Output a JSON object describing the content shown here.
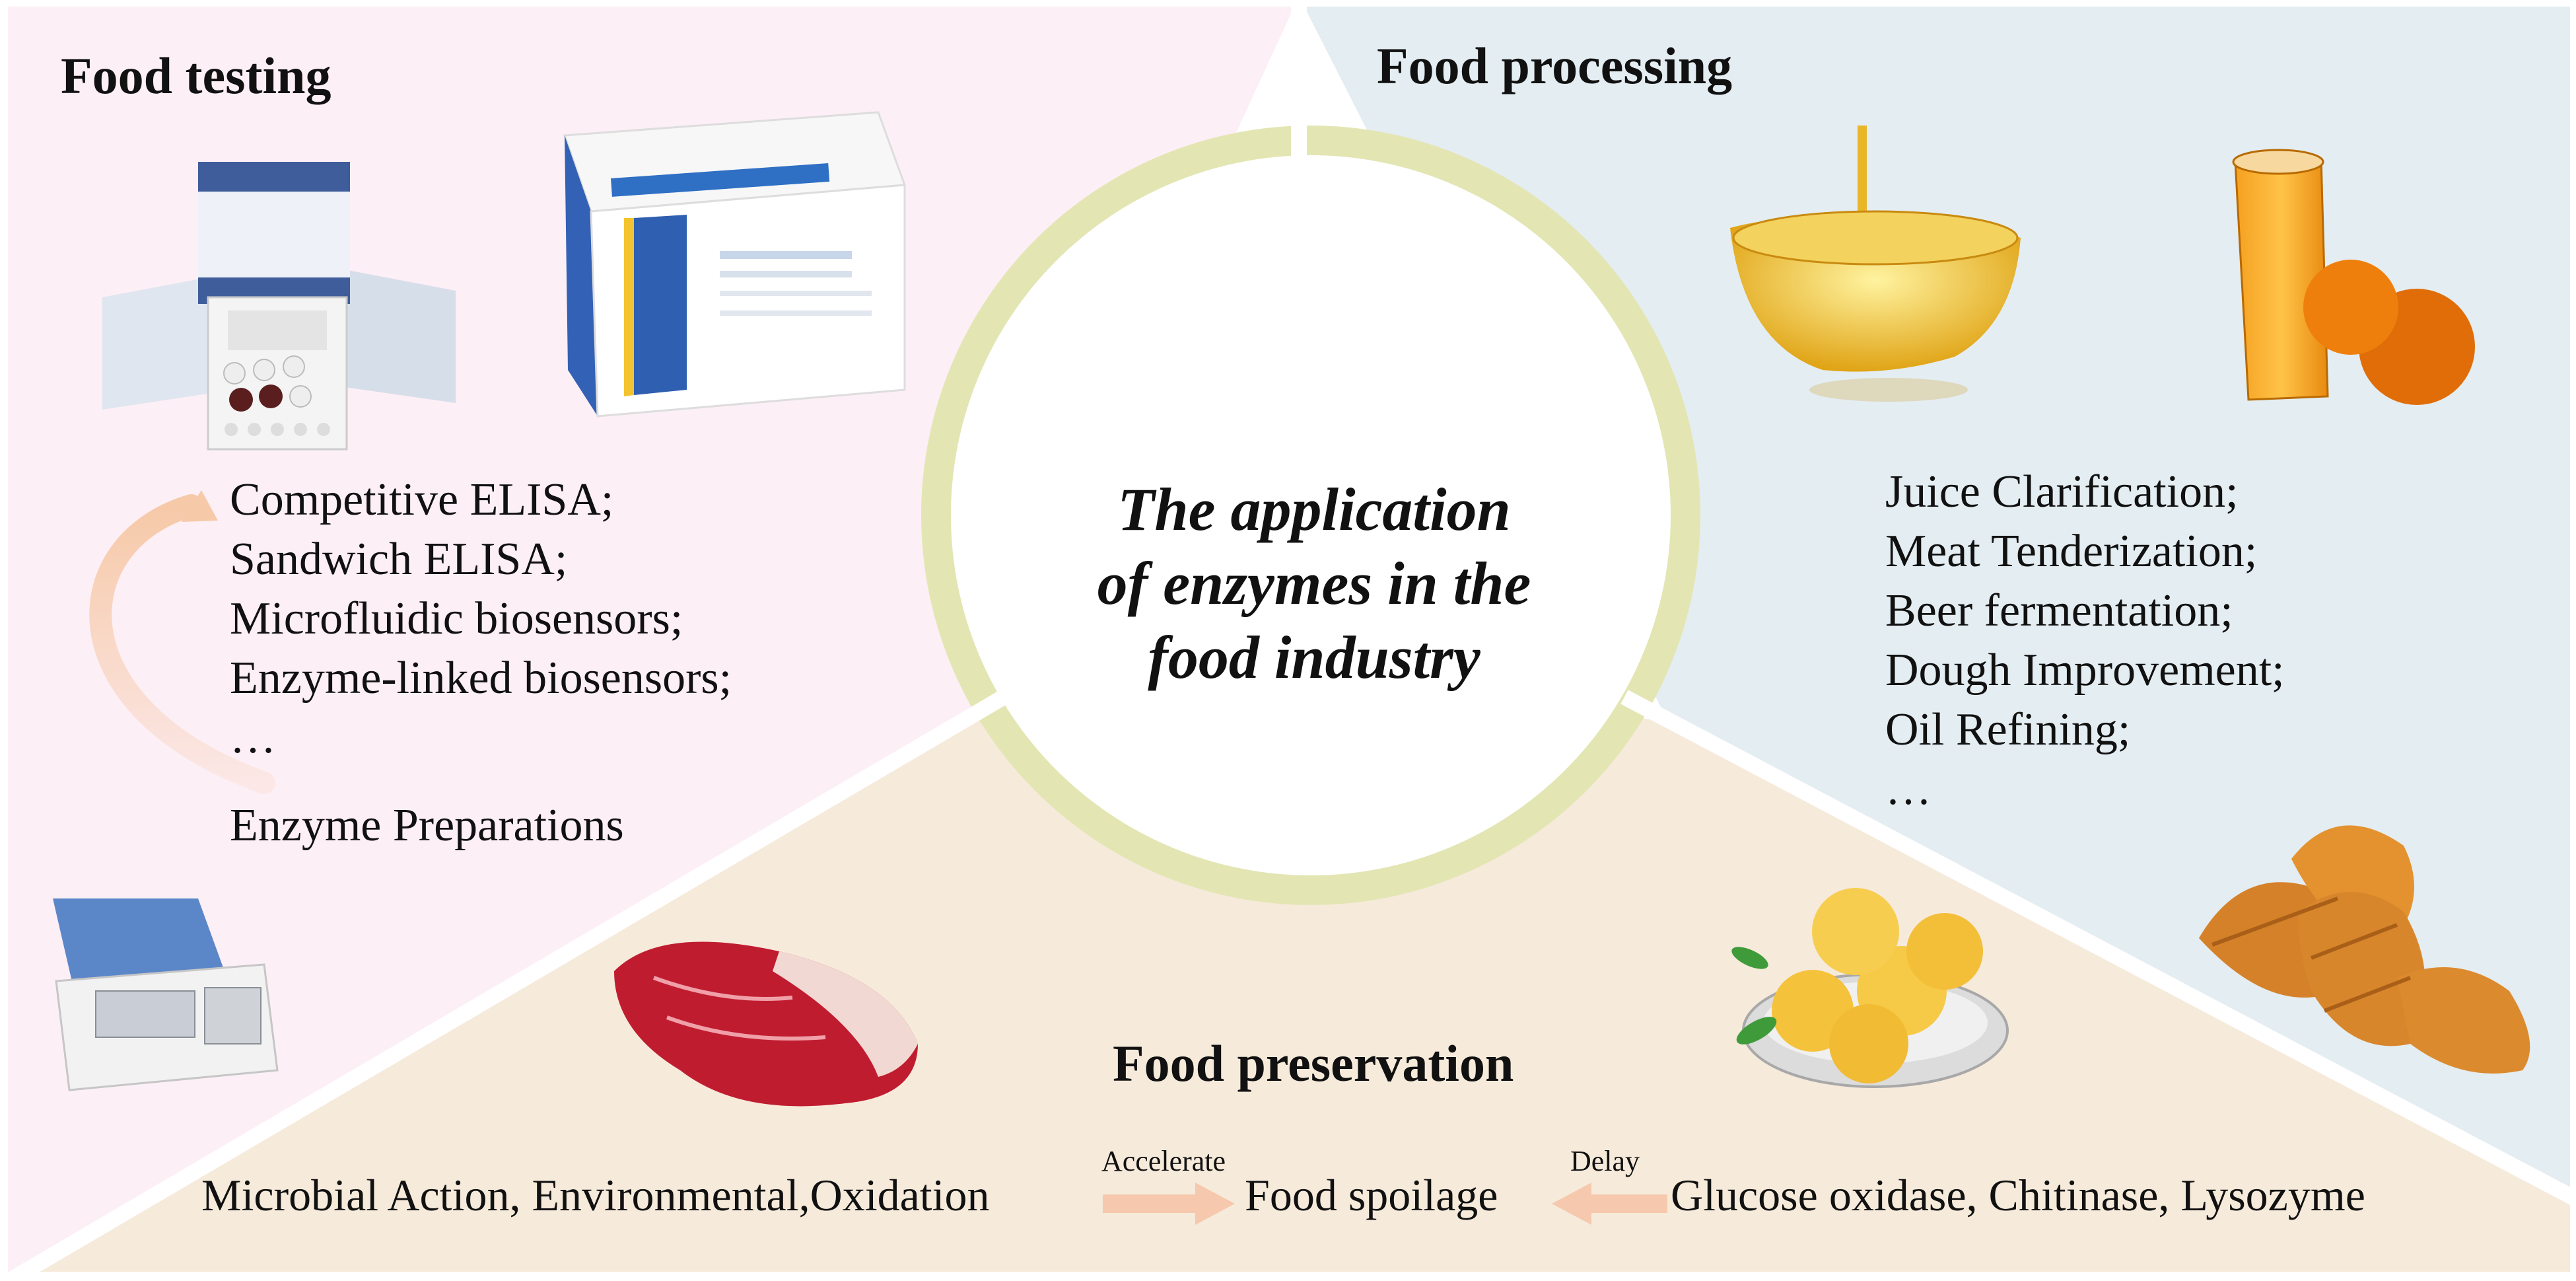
{
  "sections": {
    "food_testing": {
      "title": "Food testing",
      "items": [
        "Competitive ELISA;",
        "Sandwich ELISA;",
        "Microfluidic biosensors;",
        "Enzyme-linked biosensors;",
        "…"
      ],
      "footer": "Enzyme Preparations"
    },
    "food_processing": {
      "title": "Food processing",
      "items": [
        "Juice Clarification;",
        "Meat Tenderization;",
        "Beer fermentation;",
        "Dough Improvement;",
        "Oil Refining;",
        "…"
      ]
    },
    "food_preservation": {
      "title": "Food preservation",
      "causes": "Microbial Action, Environmental,Oxidation",
      "accelerate_label": "Accelerate",
      "result": "Food spoilage",
      "delay_label": "Delay",
      "enzymes": "Glucose oxidase, Chitinase, Lysozyme"
    }
  },
  "center": {
    "title_lines": [
      "The application",
      "of enzymes in the",
      "food industry"
    ]
  },
  "colors": {
    "testing_bg": "#fdeff6",
    "processing_bg": "#e4edf1",
    "preservation_bg": "#f6eadb",
    "ring": "#e3e6b3",
    "arrow": "#f6c8ad"
  },
  "icons": [
    "elisa-kit-image",
    "elisa-test-box-image",
    "enzyme-analyzer-image",
    "oil-bowl-image",
    "orange-juice-image",
    "raw-steak-image",
    "peach-plate-image",
    "croissants-image"
  ]
}
